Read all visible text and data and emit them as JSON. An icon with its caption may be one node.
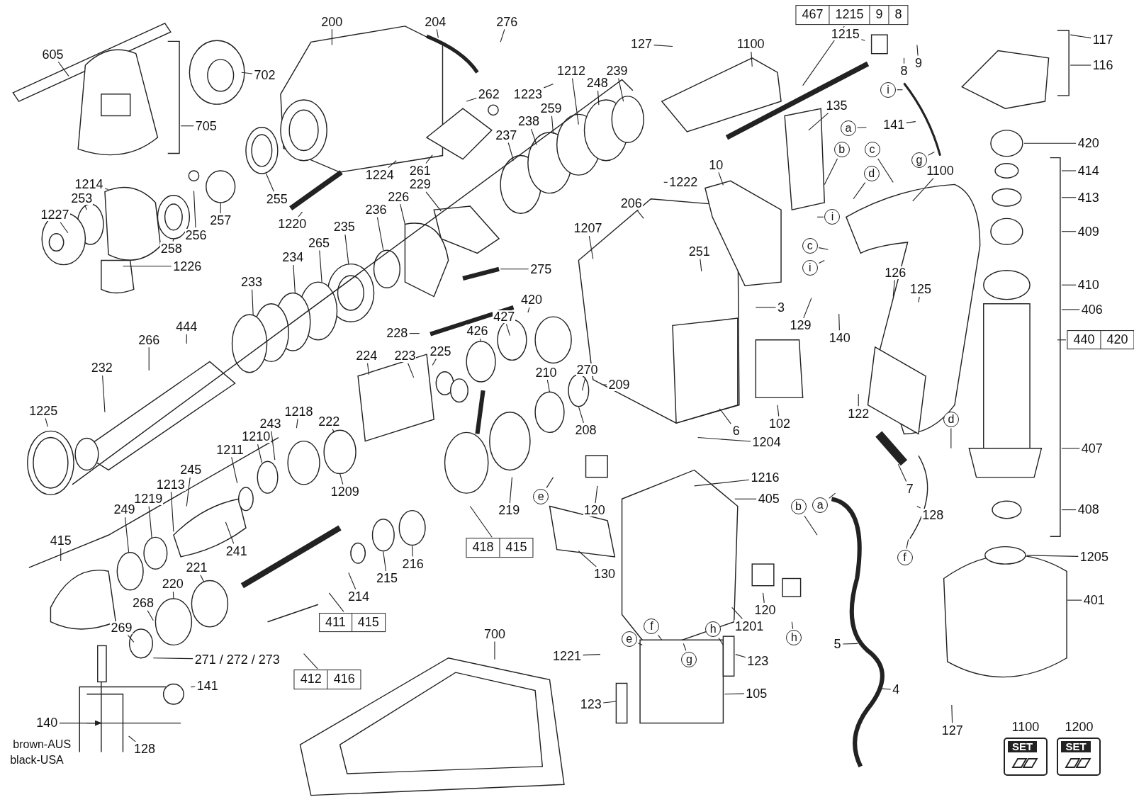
{
  "diagram": {
    "nodes": [
      {
        "text": [
          "605"
        ]
      },
      {
        "text": [
          "200"
        ]
      },
      {
        "text": [
          "204"
        ]
      },
      {
        "text": [
          "276"
        ]
      },
      {
        "text": [
          "702"
        ]
      },
      {
        "text": [
          "705"
        ]
      },
      {
        "text": [
          "127"
        ]
      },
      {
        "text": [
          "1100"
        ]
      },
      {
        "text": [
          "467",
          "1215",
          "9",
          "8"
        ]
      },
      {
        "text": [
          "1215"
        ]
      },
      {
        "text": [
          "9"
        ]
      },
      {
        "text": [
          "8"
        ]
      },
      {
        "text": [
          "117"
        ]
      },
      {
        "text": [
          "116"
        ]
      },
      {
        "text": [
          "1212"
        ]
      },
      {
        "text": [
          "239"
        ]
      },
      {
        "text": [
          "248"
        ]
      },
      {
        "text": [
          "262"
        ]
      },
      {
        "text": [
          "1223"
        ]
      },
      {
        "text": [
          "259"
        ]
      },
      {
        "text": [
          "238"
        ]
      },
      {
        "text": [
          "237"
        ]
      },
      {
        "text": [
          "135"
        ]
      },
      {
        "text": [
          "i"
        ]
      },
      {
        "text": [
          "141"
        ]
      },
      {
        "text": [
          "a"
        ]
      },
      {
        "text": [
          "b"
        ]
      },
      {
        "text": [
          "c"
        ]
      },
      {
        "text": [
          "g"
        ]
      },
      {
        "text": [
          "420"
        ]
      },
      {
        "text": [
          "1100"
        ]
      },
      {
        "text": [
          "d"
        ]
      },
      {
        "text": [
          "1214"
        ]
      },
      {
        "text": [
          "1224"
        ]
      },
      {
        "text": [
          "261"
        ]
      },
      {
        "text": [
          "1222"
        ]
      },
      {
        "text": [
          "10"
        ]
      },
      {
        "text": [
          "414"
        ]
      },
      {
        "text": [
          "253"
        ]
      },
      {
        "text": [
          "255"
        ]
      },
      {
        "text": [
          "229"
        ]
      },
      {
        "text": [
          "413"
        ]
      },
      {
        "text": [
          "206"
        ]
      },
      {
        "text": [
          "1227"
        ]
      },
      {
        "text": [
          "226"
        ]
      },
      {
        "text": [
          "236"
        ]
      },
      {
        "text": [
          "i"
        ]
      },
      {
        "text": [
          "257"
        ]
      },
      {
        "text": [
          "1220"
        ]
      },
      {
        "text": [
          "235"
        ]
      },
      {
        "text": [
          "409"
        ]
      },
      {
        "text": [
          "1207"
        ]
      },
      {
        "text": [
          "256"
        ]
      },
      {
        "text": [
          "265"
        ]
      },
      {
        "text": [
          "c"
        ]
      },
      {
        "text": [
          "258"
        ]
      },
      {
        "text": [
          "251"
        ]
      },
      {
        "text": [
          "234"
        ]
      },
      {
        "text": [
          "1226"
        ]
      },
      {
        "text": [
          "275"
        ]
      },
      {
        "text": [
          "i"
        ]
      },
      {
        "text": [
          "126"
        ]
      },
      {
        "text": [
          "233"
        ]
      },
      {
        "text": [
          "410"
        ]
      },
      {
        "text": [
          "125"
        ]
      },
      {
        "text": [
          "420"
        ]
      },
      {
        "text": [
          "3"
        ]
      },
      {
        "text": [
          "406"
        ]
      },
      {
        "text": [
          "440",
          "420"
        ]
      },
      {
        "text": [
          "427"
        ]
      },
      {
        "text": [
          "129"
        ]
      },
      {
        "text": [
          "444"
        ]
      },
      {
        "text": [
          "228"
        ]
      },
      {
        "text": [
          "140"
        ]
      },
      {
        "text": [
          "426"
        ]
      },
      {
        "text": [
          "266"
        ]
      },
      {
        "text": [
          "225"
        ]
      },
      {
        "text": [
          "224"
        ]
      },
      {
        "text": [
          "223"
        ]
      },
      {
        "text": [
          "232"
        ]
      },
      {
        "text": [
          "270"
        ]
      },
      {
        "text": [
          "210"
        ]
      },
      {
        "text": [
          "209"
        ]
      },
      {
        "text": [
          "122"
        ]
      },
      {
        "text": [
          "1225"
        ]
      },
      {
        "text": [
          "1218"
        ]
      },
      {
        "text": [
          "d"
        ]
      },
      {
        "text": [
          "222"
        ]
      },
      {
        "text": [
          "243"
        ]
      },
      {
        "text": [
          "208"
        ]
      },
      {
        "text": [
          "6"
        ]
      },
      {
        "text": [
          "102"
        ]
      },
      {
        "text": [
          "1210"
        ]
      },
      {
        "text": [
          "1204"
        ]
      },
      {
        "text": [
          "1211"
        ]
      },
      {
        "text": [
          "407"
        ]
      },
      {
        "text": [
          "245"
        ]
      },
      {
        "text": [
          "1216"
        ]
      },
      {
        "text": [
          "1213"
        ]
      },
      {
        "text": [
          "7"
        ]
      },
      {
        "text": [
          "1209"
        ]
      },
      {
        "text": [
          "e"
        ]
      },
      {
        "text": [
          "1219"
        ]
      },
      {
        "text": [
          "405"
        ]
      },
      {
        "text": [
          "b"
        ]
      },
      {
        "text": [
          "a"
        ]
      },
      {
        "text": [
          "120"
        ]
      },
      {
        "text": [
          "219"
        ]
      },
      {
        "text": [
          "249"
        ]
      },
      {
        "text": [
          "408"
        ]
      },
      {
        "text": [
          "128"
        ]
      },
      {
        "text": [
          "415"
        ]
      },
      {
        "text": [
          "418",
          "415"
        ]
      },
      {
        "text": [
          "241"
        ]
      },
      {
        "text": [
          "1205"
        ]
      },
      {
        "text": [
          "f"
        ]
      },
      {
        "text": [
          "216"
        ]
      },
      {
        "text": [
          "130"
        ]
      },
      {
        "text": [
          "221"
        ]
      },
      {
        "text": [
          "215"
        ]
      },
      {
        "text": [
          "220"
        ]
      },
      {
        "text": [
          "214"
        ]
      },
      {
        "text": [
          "401"
        ]
      },
      {
        "text": [
          "268"
        ]
      },
      {
        "text": [
          "120"
        ]
      },
      {
        "text": [
          "411",
          "415"
        ]
      },
      {
        "text": [
          "1201"
        ]
      },
      {
        "text": [
          "f"
        ]
      },
      {
        "text": [
          "269"
        ]
      },
      {
        "text": [
          "700"
        ]
      },
      {
        "text": [
          "h"
        ]
      },
      {
        "text": [
          "e"
        ]
      },
      {
        "text": [
          "h"
        ]
      },
      {
        "text": [
          "5"
        ]
      },
      {
        "text": [
          "1221"
        ]
      },
      {
        "text": [
          "g"
        ]
      },
      {
        "text": [
          "123"
        ]
      },
      {
        "text": [
          "271 / 272 / 273"
        ]
      },
      {
        "text": [
          "412",
          "416"
        ]
      },
      {
        "text": [
          "141"
        ]
      },
      {
        "text": [
          "4"
        ]
      },
      {
        "text": [
          "105"
        ]
      },
      {
        "text": [
          "123"
        ]
      },
      {
        "text": [
          "140"
        ]
      },
      {
        "text": [
          "127"
        ]
      },
      {
        "text": [
          "128"
        ]
      },
      {
        "text": [
          "SET"
        ],
        "beside": [
          "1100"
        ]
      },
      {
        "text": [
          "SET"
        ],
        "beside": [
          "1200"
        ]
      }
    ],
    "edges": [
      {
        "from": 0,
        "to": null,
        "arrow": "none"
      },
      {
        "from": 1,
        "to": null,
        "arrow": "none"
      },
      {
        "from": 2,
        "to": null,
        "arrow": "none"
      },
      {
        "from": 3,
        "to": null,
        "arrow": "none"
      },
      {
        "from": 4,
        "to": null,
        "arrow": "none"
      },
      {
        "from": 5,
        "to": null,
        "arrow": "none"
      },
      {
        "from": 6,
        "to": null,
        "arrow": "none"
      },
      {
        "from": 7,
        "to": null,
        "arrow": "none"
      },
      {
        "from": 8,
        "to": null,
        "arrow": "none"
      },
      {
        "from": 9,
        "to": null,
        "arrow": "none"
      },
      {
        "from": 10,
        "to": null,
        "arrow": "none"
      },
      {
        "from": 11,
        "to": null,
        "arrow": "none"
      },
      {
        "from": 12,
        "to": null,
        "arrow": "none"
      },
      {
        "from": 13,
        "to": null,
        "arrow": "none"
      },
      {
        "from": 14,
        "to": null,
        "arrow": "none"
      },
      {
        "from": 15,
        "to": null,
        "arrow": "none"
      },
      {
        "from": 16,
        "to": null,
        "arrow": "none"
      },
      {
        "from": 17,
        "to": null,
        "arrow": "none"
      },
      {
        "from": 18,
        "to": null,
        "arrow": "none"
      },
      {
        "from": 19,
        "to": null,
        "arrow": "none"
      },
      {
        "from": 20,
        "to": null,
        "arrow": "none"
      },
      {
        "from": 21,
        "to": null,
        "arrow": "none"
      },
      {
        "from": 22,
        "to": null,
        "arrow": "none"
      },
      {
        "from": 23,
        "to": null,
        "arrow": "none"
      },
      {
        "from": 24,
        "to": null,
        "arrow": "none"
      },
      {
        "from": 25,
        "to": null,
        "arrow": "none"
      },
      {
        "from": 26,
        "to": null,
        "arrow": "none"
      },
      {
        "from": 27,
        "to": null,
        "arrow": "none"
      },
      {
        "from": 28,
        "to": null,
        "arrow": "none"
      },
      {
        "from": 29,
        "to": null,
        "arrow": "none"
      },
      {
        "from": 30,
        "to": null,
        "arrow": "none"
      },
      {
        "from": 31,
        "to": null,
        "arrow": "none"
      },
      {
        "from": 32,
        "to": null,
        "arrow": "none"
      },
      {
        "from": 33,
        "to": null,
        "arrow": "none"
      },
      {
        "from": 34,
        "to": null,
        "arrow": "none"
      },
      {
        "from": 35,
        "to": null,
        "arrow": "none"
      },
      {
        "from": 36,
        "to": null,
        "arrow": "none"
      },
      {
        "from": 37,
        "to": null,
        "arrow": "none"
      },
      {
        "from": 38,
        "to": null,
        "arrow": "none"
      },
      {
        "from": 39,
        "to": null,
        "arrow": "none"
      },
      {
        "from": 40,
        "to": null,
        "arrow": "none"
      },
      {
        "from": 41,
        "to": null,
        "arrow": "none"
      },
      {
        "from": 42,
        "to": null,
        "arrow": "none"
      },
      {
        "from": 43,
        "to": null,
        "arrow": "none"
      },
      {
        "from": 44,
        "to": null,
        "arrow": "none"
      },
      {
        "from": 45,
        "to": null,
        "arrow": "none"
      },
      {
        "from": 46,
        "to": null,
        "arrow": "none"
      },
      {
        "from": 47,
        "to": null,
        "arrow": "none"
      },
      {
        "from": 48,
        "to": null,
        "arrow": "none"
      },
      {
        "from": 49,
        "to": null,
        "arrow": "none"
      },
      {
        "from": 50,
        "to": null,
        "arrow": "none"
      },
      {
        "from": 51,
        "to": null,
        "arrow": "none"
      },
      {
        "from": 52,
        "to": null,
        "arrow": "none"
      },
      {
        "from": 53,
        "to": null,
        "arrow": "none"
      },
      {
        "from": 54,
        "to": null,
        "arrow": "none"
      },
      {
        "from": 55,
        "to": null,
        "arrow": "none"
      },
      {
        "from": 56,
        "to": null,
        "arrow": "none"
      },
      {
        "from": 57,
        "to": null,
        "arrow": "none"
      },
      {
        "from": 58,
        "to": null,
        "arrow": "none"
      },
      {
        "from": 59,
        "to": null,
        "arrow": "none"
      },
      {
        "from": 60,
        "to": null,
        "arrow": "none"
      },
      {
        "from": 61,
        "to": null,
        "arrow": "none"
      },
      {
        "from": 62,
        "to": null,
        "arrow": "none"
      },
      {
        "from": 63,
        "to": null,
        "arrow": "none"
      },
      {
        "from": 64,
        "to": null,
        "arrow": "none"
      },
      {
        "from": 65,
        "to": null,
        "arrow": "none"
      },
      {
        "from": 66,
        "to": null,
        "arrow": "none"
      },
      {
        "from": 67,
        "to": null,
        "arrow": "none"
      },
      {
        "from": 68,
        "to": null,
        "arrow": "none"
      },
      {
        "from": 69,
        "to": null,
        "arrow": "none"
      },
      {
        "from": 70,
        "to": null,
        "arrow": "none"
      },
      {
        "from": 71,
        "to": null,
        "arrow": "none"
      },
      {
        "from": 72,
        "to": null,
        "arrow": "none"
      },
      {
        "from": 73,
        "to": null,
        "arrow": "none"
      },
      {
        "from": 74,
        "to": null,
        "arrow": "none"
      },
      {
        "from": 75,
        "to": null,
        "arrow": "none"
      },
      {
        "from": 76,
        "to": null,
        "arrow": "none"
      },
      {
        "from": 77,
        "to": null,
        "arrow": "none"
      },
      {
        "from": 78,
        "to": null,
        "arrow": "none"
      },
      {
        "from": 79,
        "to": null,
        "arrow": "none"
      },
      {
        "from": 80,
        "to": null,
        "arrow": "none"
      },
      {
        "from": 81,
        "to": null,
        "arrow": "none"
      },
      {
        "from": 82,
        "to": null,
        "arrow": "none"
      },
      {
        "from": 83,
        "to": null,
        "arrow": "none"
      },
      {
        "from": 84,
        "to": null,
        "arrow": "none"
      },
      {
        "from": 85,
        "to": null,
        "arrow": "none"
      },
      {
        "from": 86,
        "to": null,
        "arrow": "none"
      },
      {
        "from": 87,
        "to": null,
        "arrow": "none"
      },
      {
        "from": 88,
        "to": null,
        "arrow": "none"
      },
      {
        "from": 89,
        "to": null,
        "arrow": "none"
      },
      {
        "from": 90,
        "to": null,
        "arrow": "none"
      },
      {
        "from": 91,
        "to": null,
        "arrow": "none"
      },
      {
        "from": 92,
        "to": null,
        "arrow": "none"
      },
      {
        "from": 93,
        "to": null,
        "arrow": "none"
      },
      {
        "from": 94,
        "to": null,
        "arrow": "none"
      },
      {
        "from": 95,
        "to": null,
        "arrow": "none"
      },
      {
        "from": 96,
        "to": null,
        "arrow": "none"
      },
      {
        "from": 97,
        "to": null,
        "arrow": "none"
      },
      {
        "from": 98,
        "to": null,
        "arrow": "none"
      },
      {
        "from": 99,
        "to": null,
        "arrow": "none"
      },
      {
        "from": 100,
        "to": null,
        "arrow": "none"
      },
      {
        "from": 101,
        "to": null,
        "arrow": "none"
      },
      {
        "from": 102,
        "to": null,
        "arrow": "none"
      },
      {
        "from": 103,
        "to": null,
        "arrow": "none"
      },
      {
        "from": 104,
        "to": null,
        "arrow": "none"
      },
      {
        "from": 105,
        "to": null,
        "arrow": "none"
      },
      {
        "from": 106,
        "to": null,
        "arrow": "none"
      },
      {
        "from": 107,
        "to": null,
        "arrow": "none"
      },
      {
        "from": 108,
        "to": null,
        "arrow": "none"
      },
      {
        "from": 109,
        "to": null,
        "arrow": "none"
      },
      {
        "from": 110,
        "to": null,
        "arrow": "none"
      },
      {
        "from": 111,
        "to": null,
        "arrow": "none"
      },
      {
        "from": 112,
        "to": null,
        "arrow": "none"
      },
      {
        "from": 113,
        "to": null,
        "arrow": "none"
      },
      {
        "from": 114,
        "to": null,
        "arrow": "none"
      },
      {
        "from": 115,
        "to": null,
        "arrow": "none"
      },
      {
        "from": 116,
        "to": null,
        "arrow": "none"
      },
      {
        "from": 117,
        "to": null,
        "arrow": "none"
      },
      {
        "from": 118,
        "to": null,
        "arrow": "none"
      },
      {
        "from": 119,
        "to": null,
        "arrow": "none"
      },
      {
        "from": 120,
        "to": null,
        "arrow": "none"
      },
      {
        "from": 121,
        "to": null,
        "arrow": "none"
      },
      {
        "from": 122,
        "to": null,
        "arrow": "none"
      },
      {
        "from": 123,
        "to": null,
        "arrow": "none"
      },
      {
        "from": 124,
        "to": null,
        "arrow": "none"
      },
      {
        "from": 125,
        "to": null,
        "arrow": "none"
      },
      {
        "from": 126,
        "to": null,
        "arrow": "none"
      },
      {
        "from": 127,
        "to": null,
        "arrow": "none"
      },
      {
        "from": 128,
        "to": null,
        "arrow": "none"
      },
      {
        "from": 129,
        "to": null,
        "arrow": "none"
      },
      {
        "from": 130,
        "to": null,
        "arrow": "none"
      },
      {
        "from": 131,
        "to": null,
        "arrow": "none"
      },
      {
        "from": 132,
        "to": null,
        "arrow": "none"
      },
      {
        "from": 133,
        "to": null,
        "arrow": "none"
      },
      {
        "from": 134,
        "to": null,
        "arrow": "none"
      },
      {
        "from": 135,
        "to": null,
        "arrow": "none"
      },
      {
        "from": 136,
        "to": null,
        "arrow": "none"
      },
      {
        "from": 137,
        "to": null,
        "arrow": "none"
      },
      {
        "from": 138,
        "to": null,
        "arrow": "none"
      },
      {
        "from": 139,
        "to": null,
        "arrow": "none"
      },
      {
        "from": 140,
        "to": null,
        "arrow": "none"
      },
      {
        "from": 141,
        "to": null,
        "arrow": "none"
      },
      {
        "from": 142,
        "to": null,
        "arrow": "none"
      },
      {
        "from": 143,
        "to": null,
        "arrow": "to"
      },
      {
        "from": 144,
        "to": null,
        "arrow": "none"
      },
      {
        "from": 145,
        "to": null,
        "arrow": "none"
      }
    ],
    "labels": [
      "brown-AUS",
      "black-USA"
    ]
  }
}
